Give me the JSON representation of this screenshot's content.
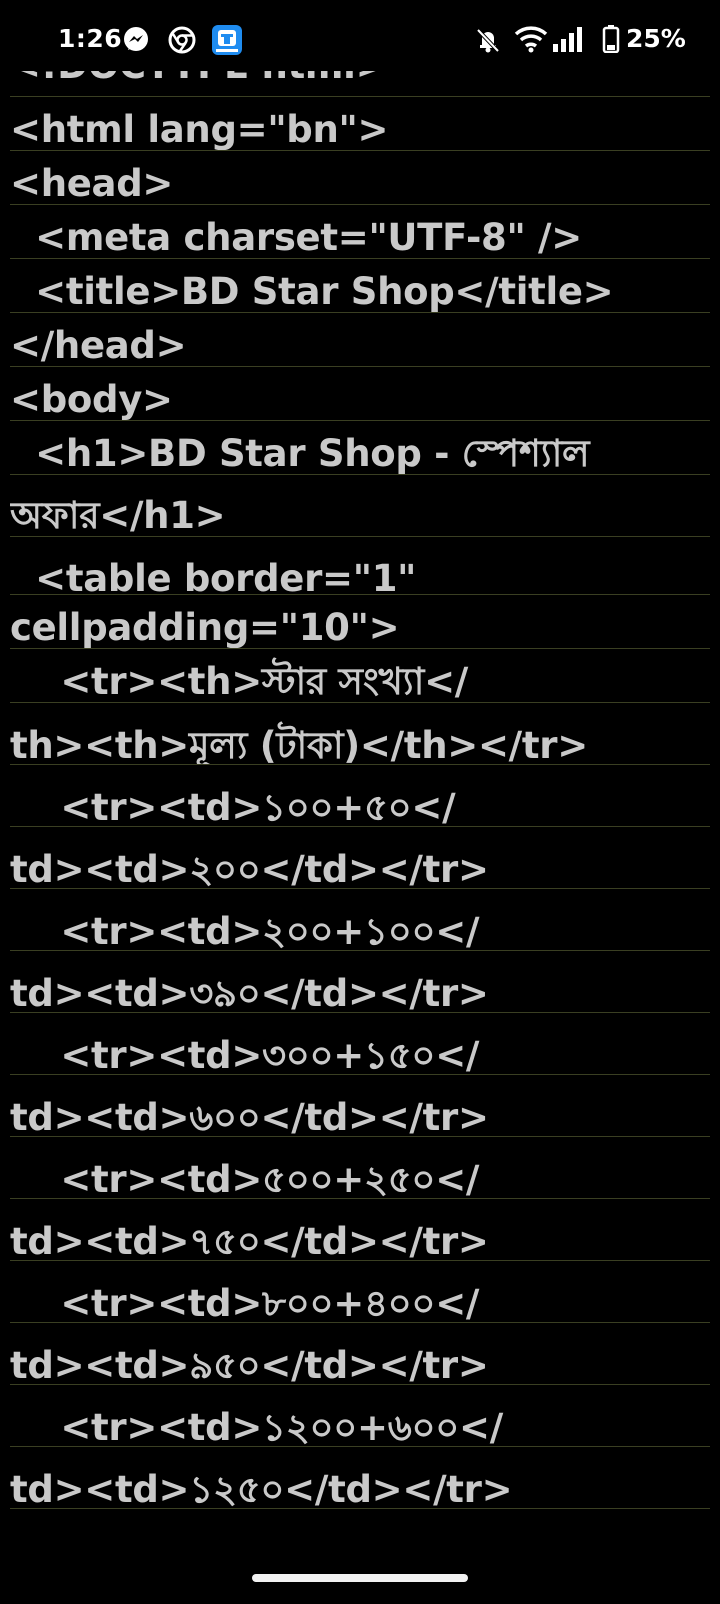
{
  "status_bar": {
    "time": "1:26",
    "battery_percent": "25%",
    "icons": [
      "messenger-icon",
      "chrome-icon",
      "app-icon",
      "bell-muted-icon",
      "wifi-icon",
      "signal-icon",
      "battery-icon"
    ]
  },
  "editor": {
    "lines": [
      "<!DOCTYPE html>",
      "<html lang=\"bn\">",
      "<head>",
      "  <meta charset=\"UTF-8\" />",
      "  <title>BD Star Shop</title>",
      "</head>",
      "<body>",
      "  <h1>BD Star Shop - স্পেশ্যাল",
      "অফার</h1>",
      "  <table border=\"1\"",
      "cellpadding=\"10\">",
      "    <tr><th>স্টার সংখ্যা</",
      "th><th>মূল্য (টাকা)</th></tr>",
      "    <tr><td>১০০+৫০</",
      "td><td>২০০</td></tr>",
      "    <tr><td>২০০+১০০</",
      "td><td>৩৯০</td></tr>",
      "    <tr><td>৩০০+১৫০</",
      "td><td>৬০০</td></tr>",
      "    <tr><td>৫০০+২৫০</",
      "td><td>৭৫০</td></tr>",
      "    <tr><td>৮০০+৪০০</",
      "td><td>৯৫০</td></tr>",
      "    <tr><td>১২০০+৬০০</",
      "td><td>১২৫০</td></tr>"
    ]
  }
}
